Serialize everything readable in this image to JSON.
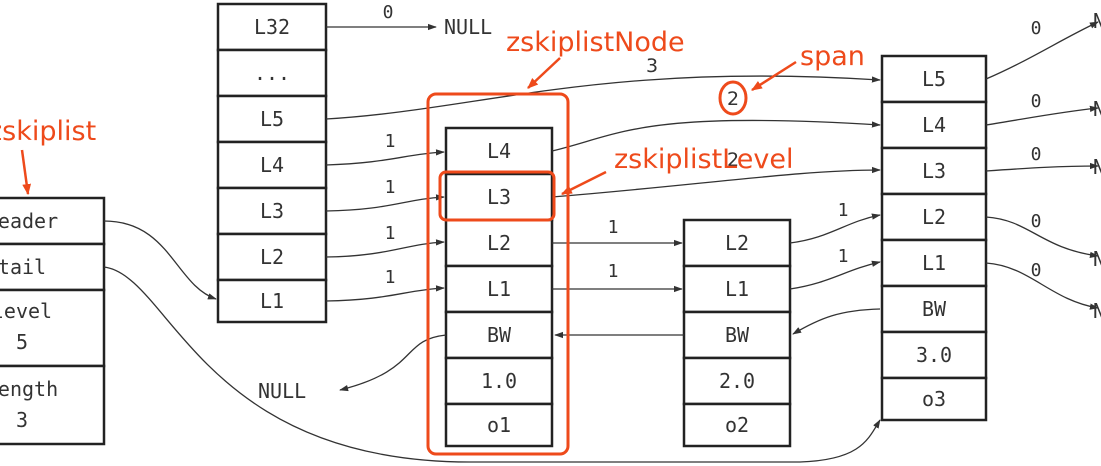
{
  "colors": {
    "annotation": "#ee4a1b",
    "stroke": "#222222",
    "text": "#333333"
  },
  "annotations": {
    "zskiplist": "zskiplist",
    "zskiplistNode": "zskiplistNode",
    "span": "span",
    "zskiplistLevel": "zskiplistLevel",
    "span_value": "2"
  },
  "zskiplist": {
    "header": "header",
    "tail": "tail",
    "level_label": "level",
    "level_value": "5",
    "length_label": "length",
    "length_value": "3"
  },
  "head_node": {
    "levels": [
      "L32",
      "...",
      "L5",
      "L4",
      "L3",
      "L2",
      "L1"
    ]
  },
  "node1": {
    "levels": [
      "L4",
      "L3",
      "L2",
      "L1"
    ],
    "backward": "BW",
    "score": "1.0",
    "obj": "o1"
  },
  "node2": {
    "levels": [
      "L2",
      "L1"
    ],
    "backward": "BW",
    "score": "2.0",
    "obj": "o2"
  },
  "node3": {
    "levels": [
      "L5",
      "L4",
      "L3",
      "L2",
      "L1"
    ],
    "backward": "BW",
    "score": "3.0",
    "obj": "o3"
  },
  "null_label": "NULL",
  "spans": {
    "head_l32": "0",
    "head_l5": "3",
    "head_l4": "1",
    "head_l3": "1",
    "head_l2": "1",
    "head_l1": "1",
    "node1_l3": "2",
    "node1_l2": "1",
    "node1_l1": "1",
    "node2_l2": "1",
    "node2_l1": "1",
    "node3_l5": "0",
    "node3_l4": "0",
    "node3_l3": "0",
    "node3_l2": "0",
    "node3_l1": "0"
  },
  "null_cut": "N"
}
